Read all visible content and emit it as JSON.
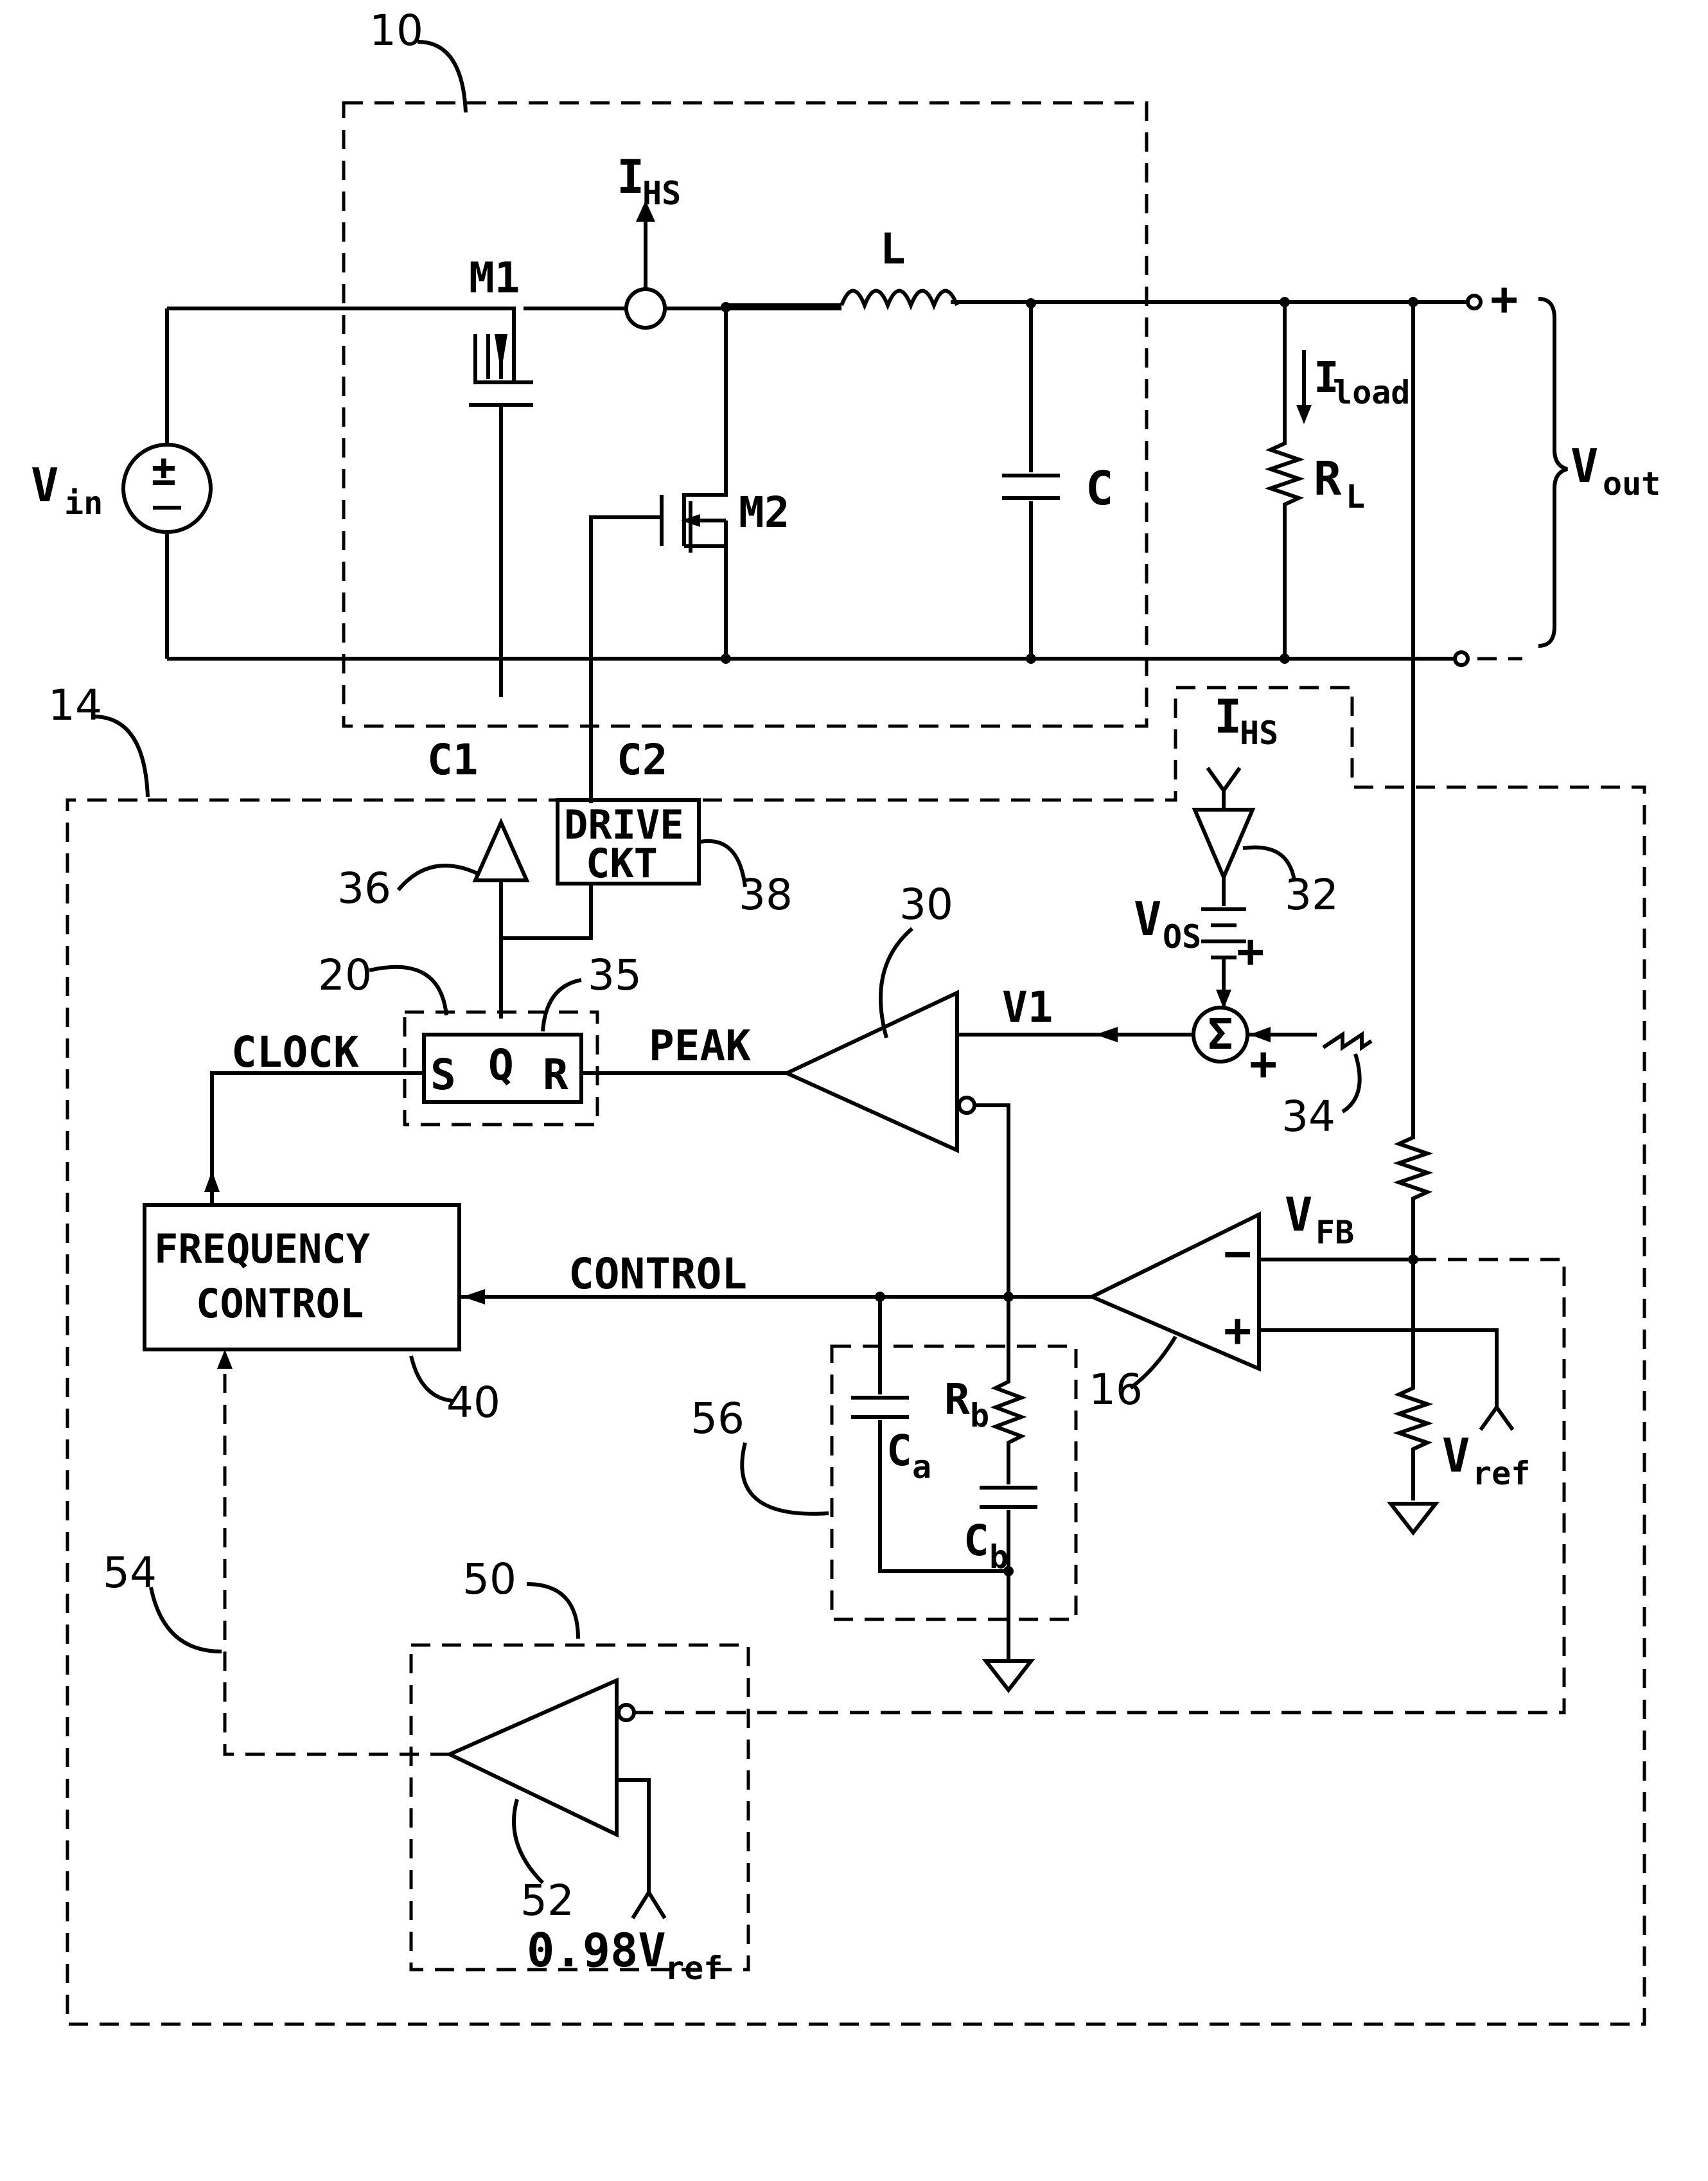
{
  "labels": {
    "vin": "V",
    "vin_sub": "in",
    "m1": "M1",
    "m2": "M2",
    "ihs_top": "I",
    "ihs_top_sub": "HS",
    "l": "L",
    "c": "C",
    "iload": "I",
    "iload_sub": "load",
    "rl": "R",
    "rl_sub": "L",
    "vout": "V",
    "vout_sub": "out",
    "plus_out": "+",
    "c1": "C1",
    "c2": "C2",
    "drive1": "DRIVE",
    "drive2": "CKT",
    "ihs_mid": "I",
    "ihs_mid_sub": "HS",
    "vos": "V",
    "vos_sub": "OS",
    "plus_vos": "+",
    "plus_sum": "+",
    "sigma": "Σ",
    "v1": "V1",
    "peak": "PEAK",
    "clock": "CLOCK",
    "s": "S",
    "q": "Q",
    "r": "R",
    "freq1": "FREQUENCY",
    "freq2": "CONTROL",
    "control": "CONTROL",
    "vfb": "V",
    "vfb_sub": "FB",
    "minus_16": "−",
    "plus_16": "+",
    "rb": "R",
    "rb_sub": "b",
    "ca": "C",
    "ca_sub": "a",
    "cb": "C",
    "cb_sub": "b",
    "vref": "V",
    "vref_sub": "ref",
    "vref098": "0.98V",
    "vref098_sub": "ref"
  },
  "numerals": {
    "n10": "10",
    "n14": "14",
    "n16": "16",
    "n20": "20",
    "n30": "30",
    "n32": "32",
    "n34": "34",
    "n35": "35",
    "n36": "36",
    "n38": "38",
    "n40": "40",
    "n50": "50",
    "n52": "52",
    "n54": "54",
    "n56": "56"
  }
}
